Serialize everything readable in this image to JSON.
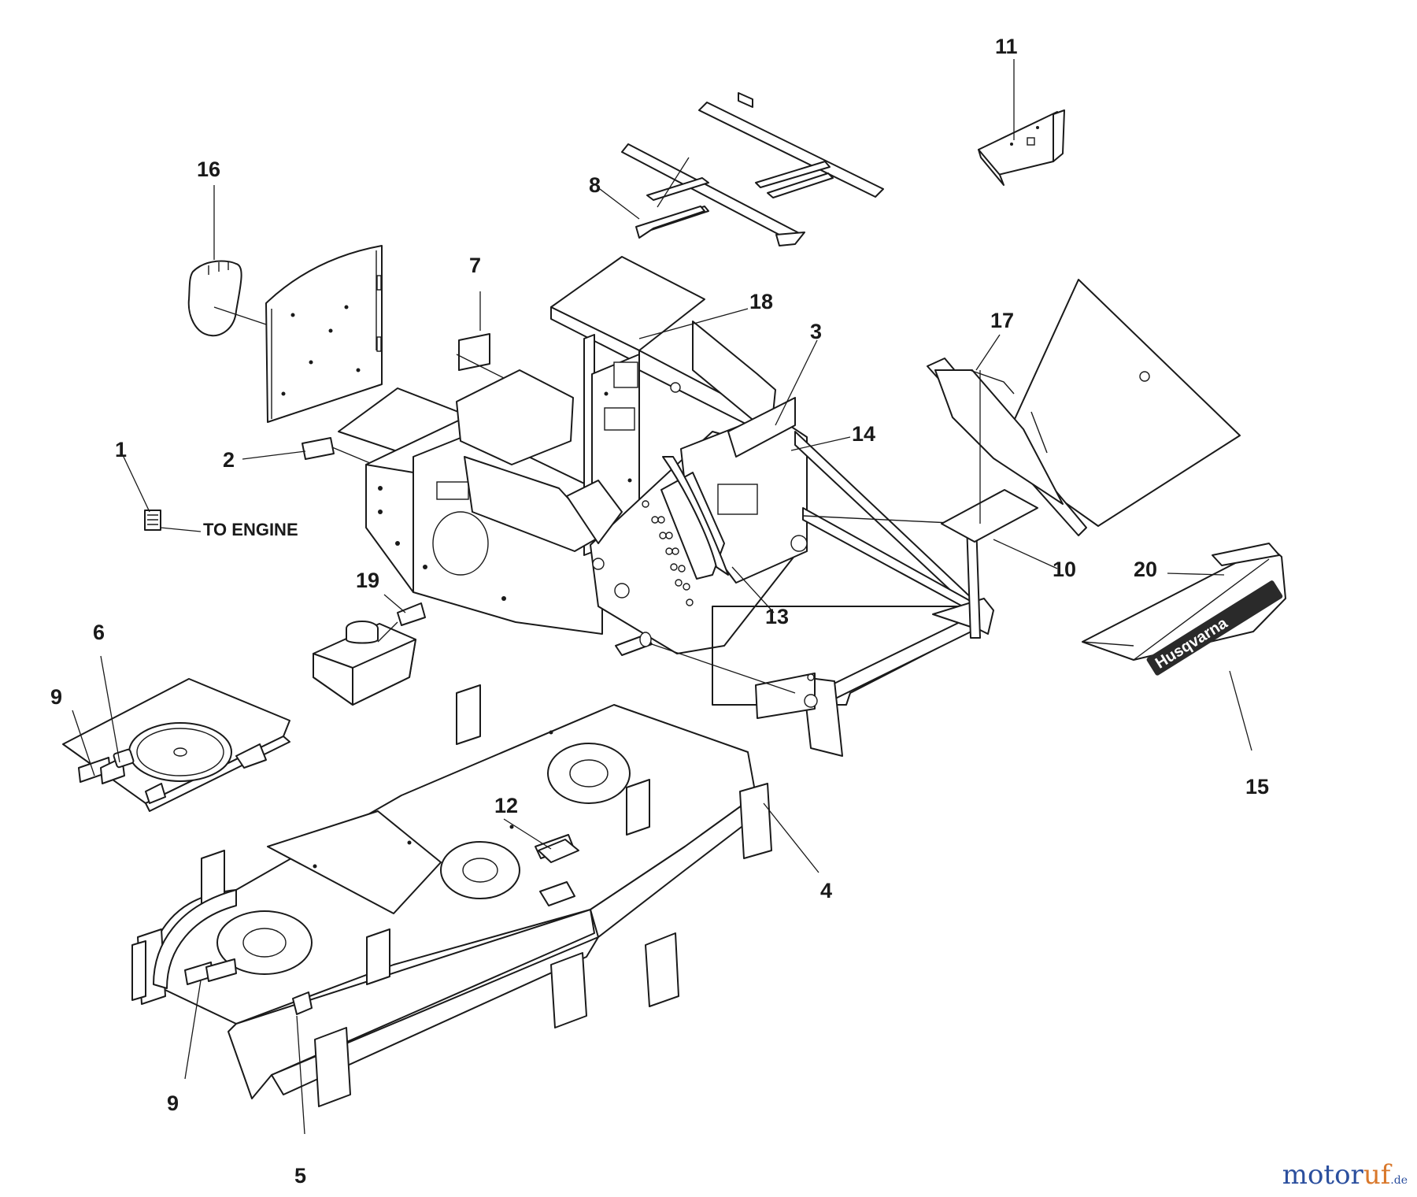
{
  "callouts": {
    "c1": "1",
    "c2": "2",
    "c3": "3",
    "c4": "4",
    "c5": "5",
    "c6": "6",
    "c7": "7",
    "c8": "8",
    "c9a": "9",
    "c9b": "9",
    "c10": "10",
    "c11": "11",
    "c12": "12",
    "c13": "13",
    "c14": "14",
    "c15": "15",
    "c16": "16",
    "c17": "17",
    "c18": "18",
    "c19": "19",
    "c20": "20"
  },
  "notes": {
    "to_engine": "TO ENGINE"
  },
  "decal": {
    "brand": "Husqvarna"
  },
  "watermark": {
    "main": "motor",
    "accent": "uf",
    "suffix": ".de"
  }
}
